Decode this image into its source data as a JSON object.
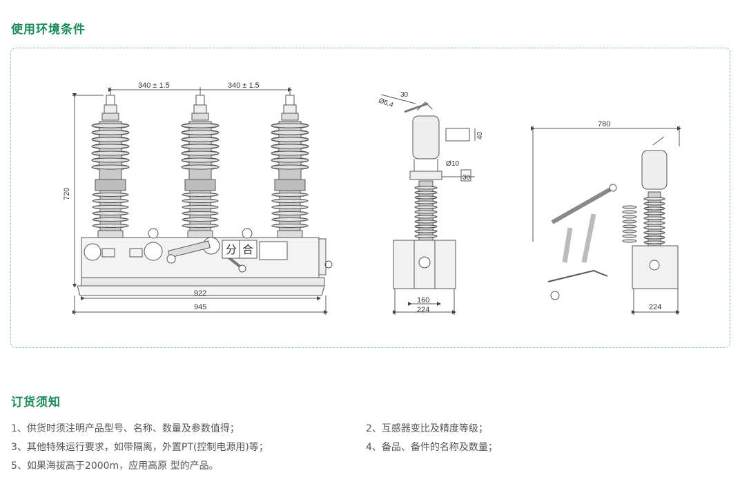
{
  "section1": {
    "title": "使用环境条件"
  },
  "section2": {
    "title": "订货须知"
  },
  "drawing": {
    "dim_spacing_left": "340 ± 1.5",
    "dim_spacing_right": "340 ± 1.5",
    "dim_height": "720",
    "dim_width_inner": "922",
    "dim_width_outer": "945",
    "label_open": "分",
    "label_close": "合",
    "side_dim_phi64": "Ø6.4",
    "side_dim_30_top": "30",
    "side_dim_40": "40",
    "side_dim_phi10": "Ø10",
    "side_dim_30": "30",
    "side_dim_160": "160",
    "side_dim_224": "224",
    "right_dim_780": "780",
    "right_dim_224": "224"
  },
  "notes": [
    "1、供货时须注明产品型号、名称、数量及参数值得；",
    "2、互感器变比及精度等级；",
    "3、其他特殊运行要求，如带隔离，外置PT(控制电源用)等；",
    "4、备品、备件的名称及数量；",
    "5、如果海拔高于2000m，应用高原  型的产品。"
  ]
}
